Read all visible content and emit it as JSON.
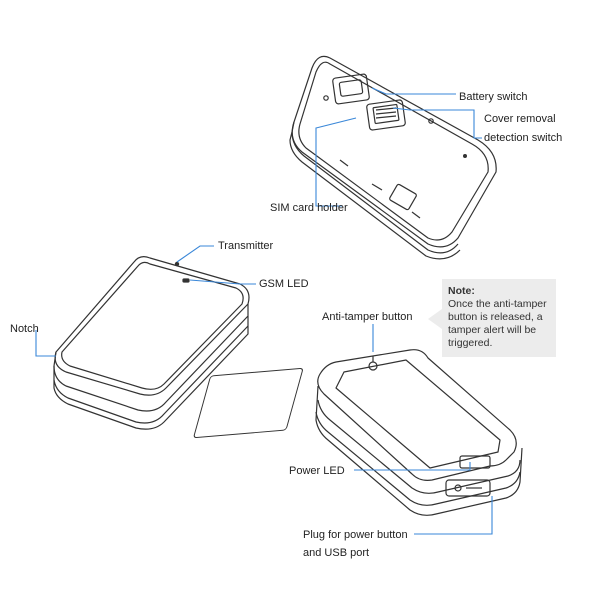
{
  "colors": {
    "outline": "#333333",
    "leader": "#3a87d8",
    "note_bg": "#ececec"
  },
  "labels": {
    "battery_switch": "Battery switch",
    "cover_removal_line1": "Cover removal",
    "cover_removal_line2": "detection switch",
    "sim_card_holder": "SIM card holder",
    "transmitter": "Transmitter",
    "gsm_led": "GSM LED",
    "notch": "Notch",
    "anti_tamper_button": "Anti-tamper button",
    "power_led": "Power LED",
    "plug_line1": "Plug for power button",
    "plug_line2": "and USB port"
  },
  "note": {
    "title": "Note:",
    "body": "Once the anti-tamper button is released, a tamper alert will be triggered."
  },
  "illustrations": [
    "device-back-open",
    "device-front",
    "device-bottom-view"
  ]
}
